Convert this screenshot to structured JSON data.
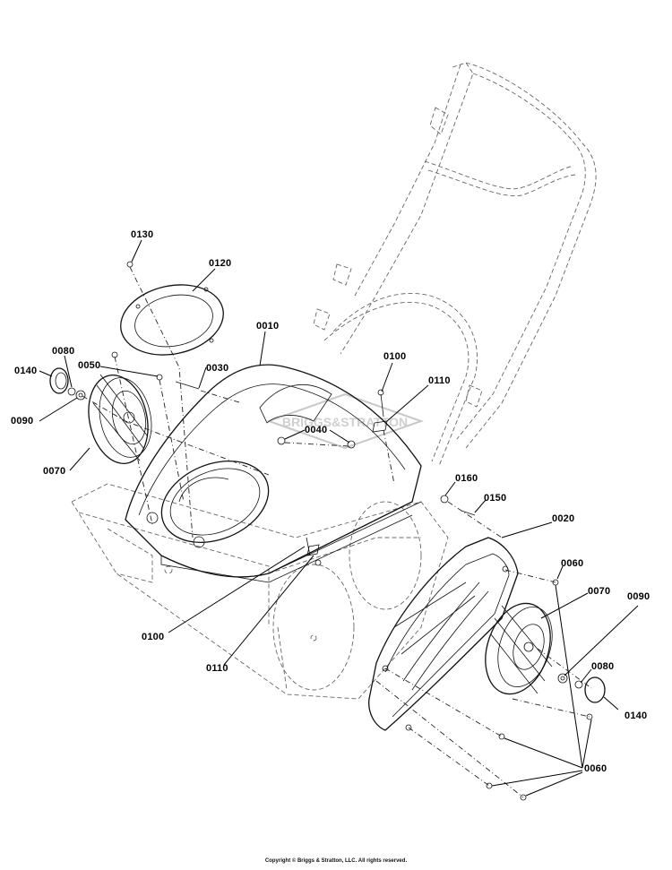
{
  "labels": {
    "p0130": "0130",
    "p0120": "0120",
    "p0080_left": "0080",
    "p0050": "0050",
    "p0030": "0030",
    "p0140_left": "0140",
    "p0090_left": "0090",
    "p0070_left": "0070",
    "p0010": "0010",
    "p0100_top": "0100",
    "p0110_top": "0110",
    "p0040": "0040",
    "p0160": "0160",
    "p0150": "0150",
    "p0020": "0020",
    "p0060_top": "0060",
    "p0070_right": "0070",
    "p0090_right": "0090",
    "p0080_right": "0080",
    "p0140_right": "0140",
    "p0060_bottom": "0060",
    "p0100_bottom": "0100",
    "p0110_bottom": "0110"
  },
  "watermark": "BRIGGS&STRATTON",
  "copyright": "Copyright © Briggs & Stratton, LLC. All rights reserved."
}
